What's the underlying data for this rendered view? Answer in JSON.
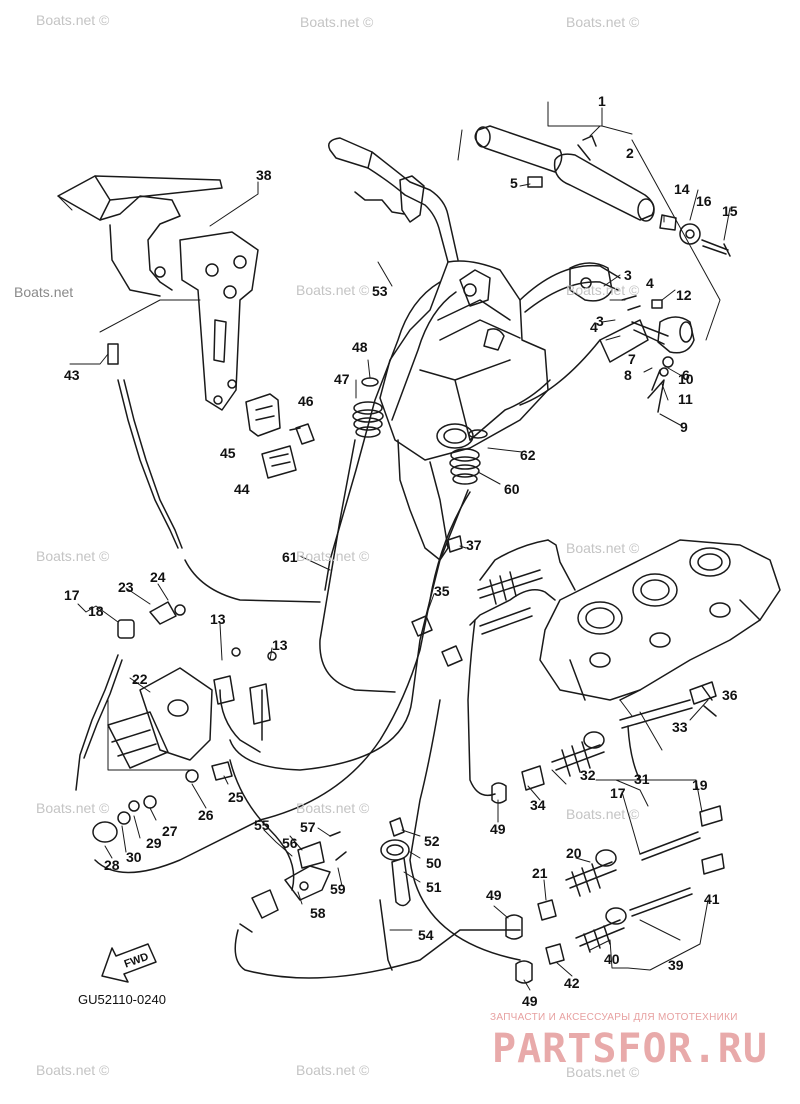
{
  "diagram": {
    "code": "GU52110-0240",
    "fwd_label": "FWD",
    "watermark": "Boats.net ©",
    "watermark_alt": "Boats.net",
    "brand_tagline": "ЗАПЧАСТИ И АКСЕССУАРЫ ДЛЯ МОТОТЕХНИКИ",
    "brand_logo": "PARTSFOR.RU",
    "colors": {
      "line": "#1a1a1a",
      "text": "#111111",
      "watermark": "#c4c4c4",
      "brand": "#e8aaaa"
    }
  },
  "callouts": [
    "1",
    "2",
    "3",
    "3",
    "4",
    "4",
    "5",
    "6",
    "7",
    "8",
    "9",
    "10",
    "11",
    "12",
    "13",
    "13",
    "14",
    "15",
    "16",
    "17",
    "17",
    "18",
    "19",
    "20",
    "21",
    "22",
    "23",
    "24",
    "25",
    "26",
    "27",
    "28",
    "29",
    "30",
    "31",
    "32",
    "33",
    "34",
    "35",
    "36",
    "37",
    "38",
    "39",
    "40",
    "41",
    "42",
    "43",
    "44",
    "45",
    "46",
    "47",
    "48",
    "49",
    "49",
    "49",
    "50",
    "51",
    "52",
    "53",
    "54",
    "55",
    "56",
    "57",
    "58",
    "59",
    "60",
    "61",
    "62"
  ]
}
